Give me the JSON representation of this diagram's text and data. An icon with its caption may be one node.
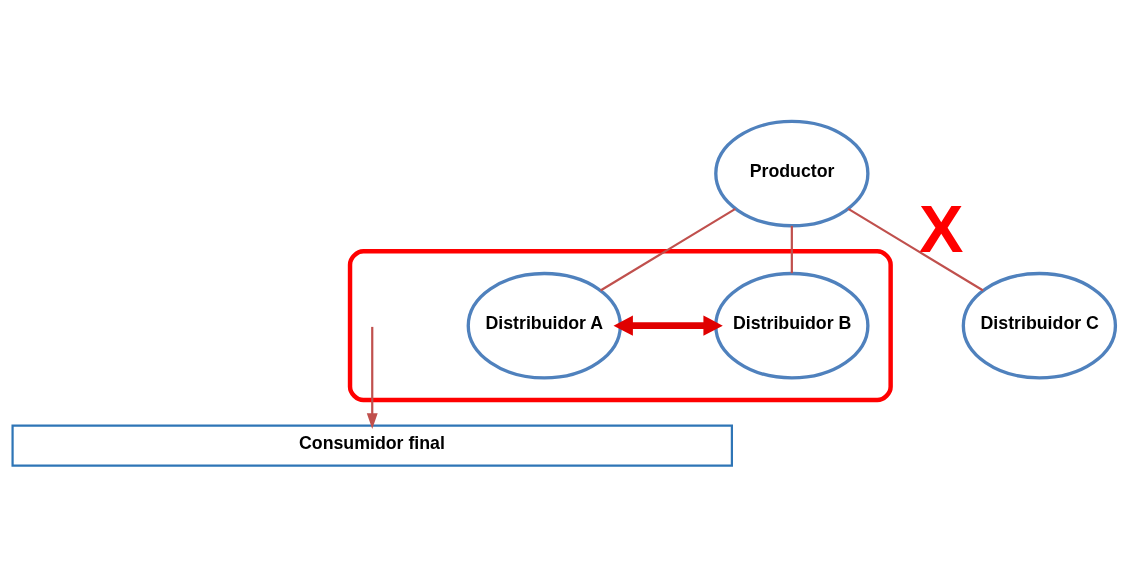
{
  "diagram": {
    "nodes": [
      {
        "text": [
          "Productor"
        ]
      },
      {
        "text": [],
        "shape": "box"
      },
      {
        "text": [
          "Distribuidor A"
        ],
        "in": 1
      },
      {
        "text": [
          "Distribuidor B"
        ],
        "in": 1
      },
      {
        "text": [
          "Distribuidor C"
        ],
        "beside": [
          "X"
        ]
      },
      {
        "text": [
          "Consumidor final"
        ]
      }
    ],
    "edges": [
      {
        "from": 0,
        "to": 2,
        "arrow": "none"
      },
      {
        "from": 0,
        "to": 3,
        "arrow": "none"
      },
      {
        "from": 0,
        "to": 4,
        "arrow": "none"
      },
      {
        "from": 2,
        "to": 3,
        "arrow": "both",
        "style": "thick",
        "color": "#e00000"
      },
      {
        "from": null,
        "to": 5,
        "arrow": "to"
      }
    ]
  }
}
